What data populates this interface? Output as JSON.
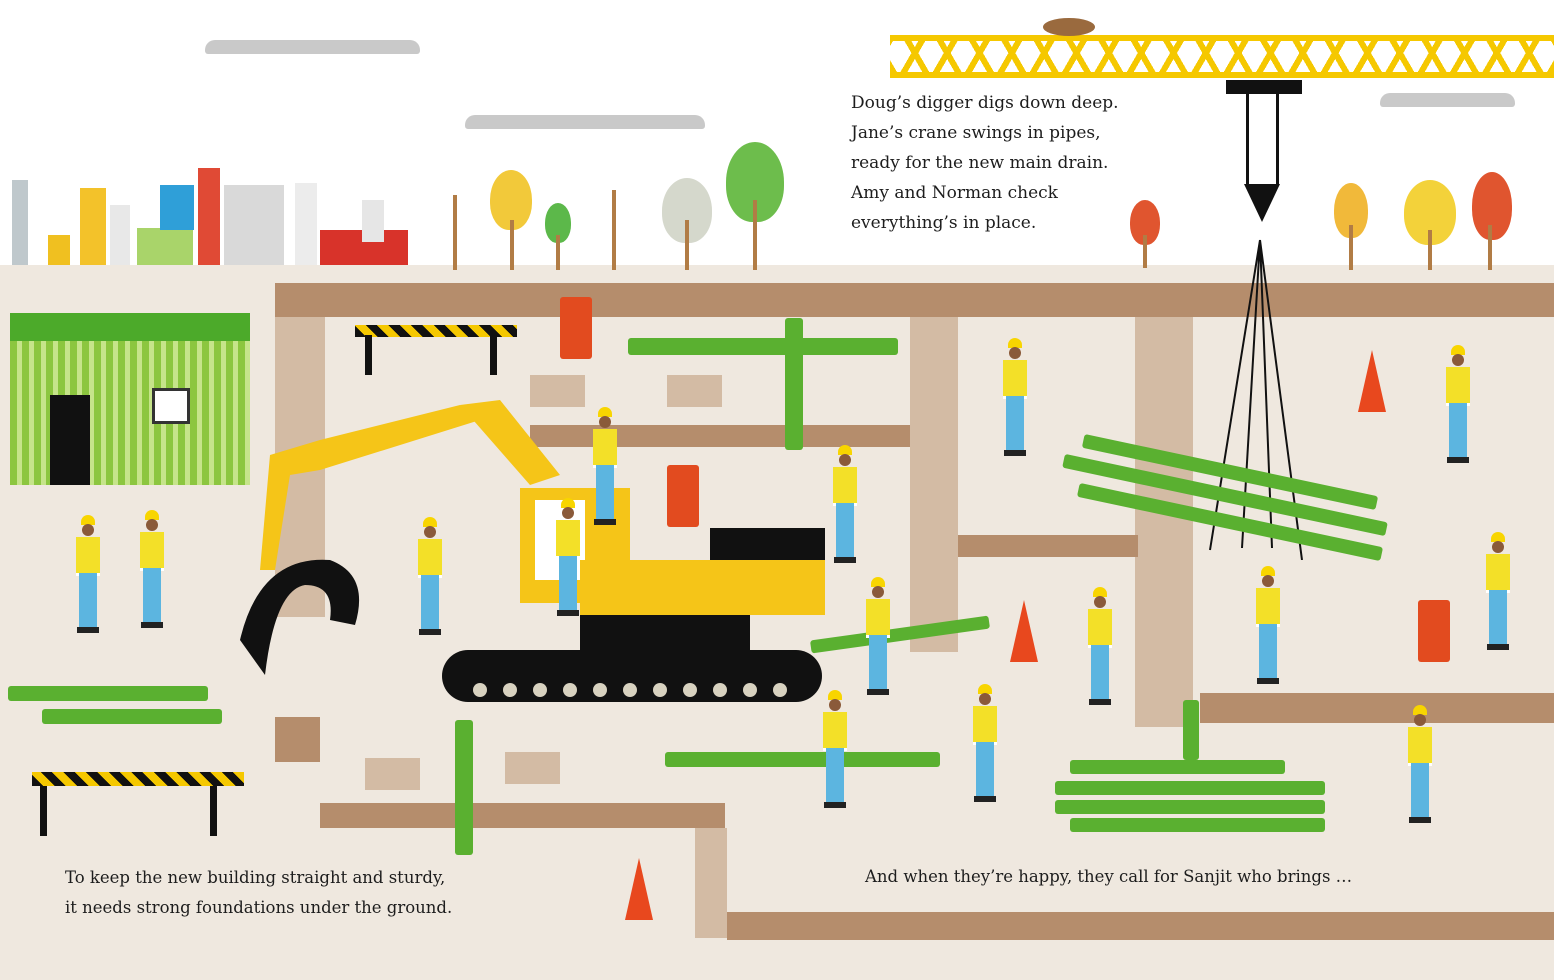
{
  "story": {
    "top_text": [
      "Doug’s digger digs down deep.",
      "Jane’s crane swings in pipes,",
      "ready for the new main drain.",
      "Amy and Norman check",
      "everything’s in place."
    ],
    "bottom_left_text": [
      "To keep the new building straight and sturdy,",
      "it needs strong foundations under the ground."
    ],
    "bottom_right_text": "And when they’re happy, they call for Sanjit who brings …"
  },
  "colors": {
    "ground": "#efe8df",
    "trench": "#b58d6c",
    "pipe": "#5ab030",
    "crane": "#f5c800",
    "digger": "#f5c518",
    "cone": "#e8481e"
  }
}
